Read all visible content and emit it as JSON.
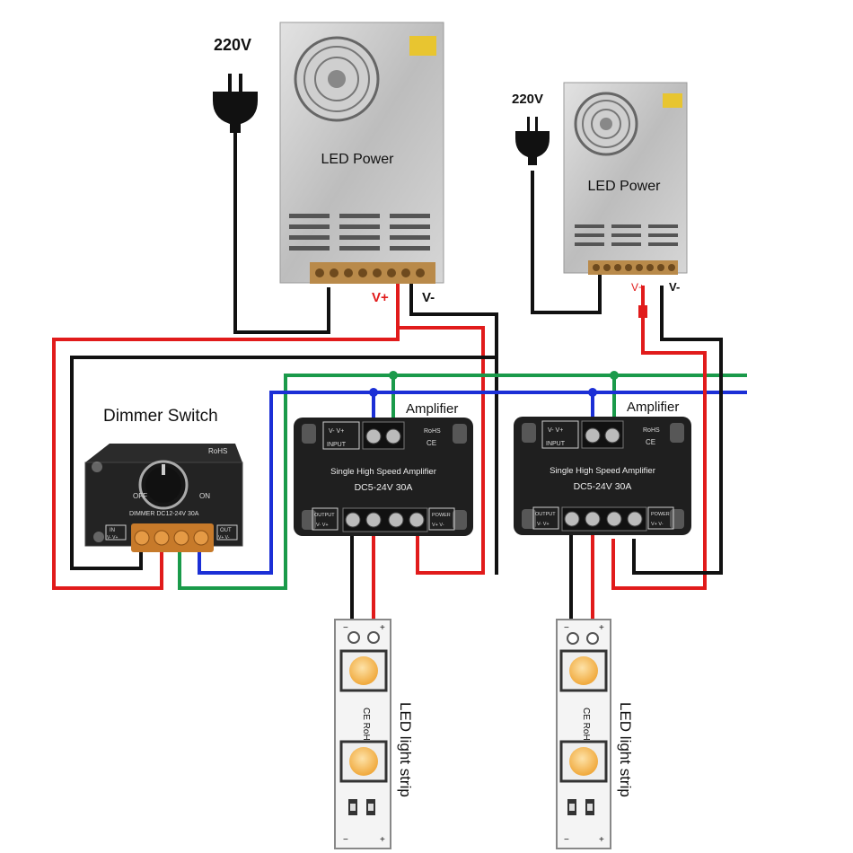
{
  "labels": {
    "voltage_left": "220V",
    "voltage_right": "220V",
    "psu_left": "LED Power",
    "psu_right": "LED Power",
    "vplus_left": "V+",
    "vminus_left": "V-",
    "vplus_right": "V+",
    "vminus_right": "V-",
    "dimmer_title": "Dimmer Switch",
    "amp_left_title": "Amplifier",
    "amp_right_title": "Amplifier",
    "strip_left": "LED light strip",
    "strip_right": "LED light strip"
  },
  "dimmer": {
    "rohs": "RoHS",
    "off": "OFF",
    "on": "ON",
    "model": "DIMMER  DC12-24V  30A",
    "in": "IN",
    "in_pins": "V- V+",
    "out": "OUT",
    "out_pins": "V+ V-"
  },
  "amplifier": {
    "input": "INPUT",
    "input_pins": "V- V+",
    "rohs": "RoHS",
    "ce": "CE",
    "name": "Single High Speed Amplifier",
    "spec": "DC5-24V  30A",
    "output": "OUTPUT",
    "output_pins": "V- V+",
    "power": "POWER",
    "power_pins": "V+ V-"
  },
  "strip": {
    "minus": "−",
    "plus": "+",
    "mark": "CE RoHS"
  },
  "colors": {
    "red": "#e11b1b",
    "black": "#111111",
    "green": "#1a9a4a",
    "blue": "#1b2fd6",
    "device": "#2a2a2a",
    "terminal": "#c77a2a",
    "led": "#f2b24a",
    "psu": "#c9c9c9"
  }
}
